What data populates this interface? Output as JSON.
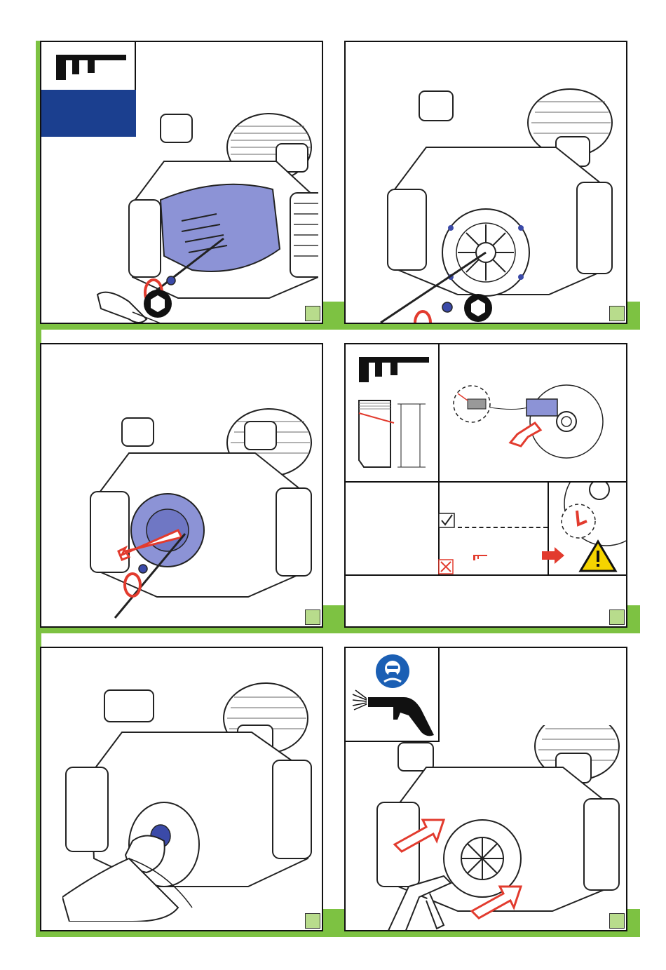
{
  "steps": [
    {
      "id": "step-1",
      "number": ""
    },
    {
      "id": "step-2",
      "number": ""
    },
    {
      "id": "step-3",
      "number": ""
    },
    {
      "id": "step-4",
      "number": ""
    },
    {
      "id": "step-5",
      "number": ""
    },
    {
      "id": "step-6",
      "number": ""
    }
  ],
  "icons": {
    "caliper": "caliper-icon",
    "hex_socket": "hex-socket-icon",
    "warning": "warning-triangle-icon",
    "respirator": "respirator-mask-icon",
    "air_gun": "air-blow-gun-icon",
    "check": "checkmark-icon",
    "cross": "cross-icon"
  },
  "colors": {
    "frame_green": "#7dc242",
    "step_box": "#b8dc8c",
    "accent_blue": "#1b3f8f",
    "highlight_blue": "#8c93d6",
    "arrow_red": "#e23b2e",
    "warning_yellow": "#f5d400"
  }
}
